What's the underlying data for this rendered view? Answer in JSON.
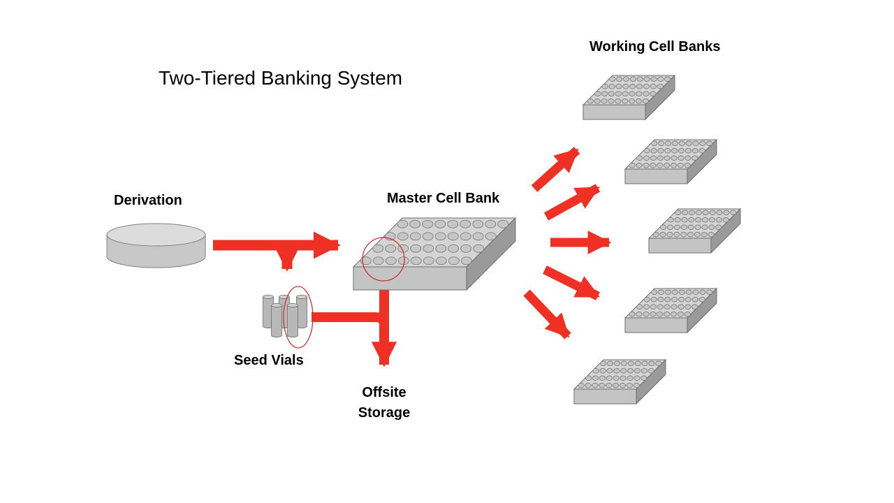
{
  "title": "Two-Tiered Banking System",
  "labels": {
    "derivation": "Derivation",
    "master_cell_bank": "Master Cell Bank",
    "working_cell_banks": "Working Cell Banks",
    "seed_vials": "Seed Vials",
    "offsite_storage_line1": "Offsite",
    "offsite_storage_line2": "Storage"
  },
  "colors": {
    "arrow": "#ee3124",
    "block_top": "#d4d4d4",
    "block_front": "#c4c4c4",
    "block_side": "#9a9a9a",
    "outline": "#6e6e6e",
    "highlight_circle": "#d32f2f"
  }
}
